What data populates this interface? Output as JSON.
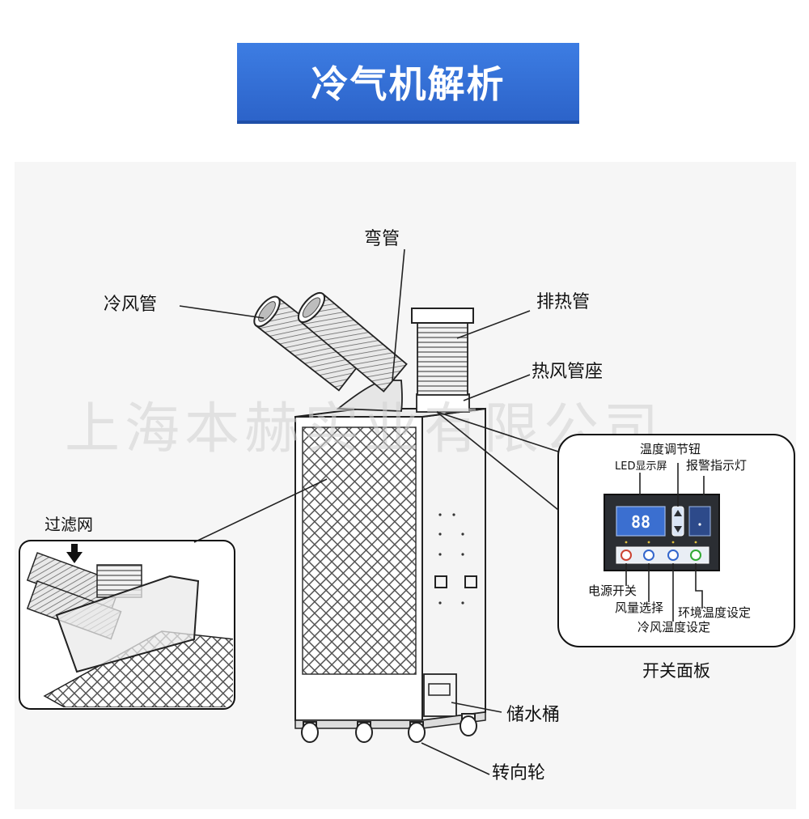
{
  "title": "冷气机解析",
  "watermark": "上海本赫实业有限公司",
  "labels": {
    "bend_pipe": "弯管",
    "cold_air_pipe": "冷风管",
    "exhaust_pipe": "排热管",
    "hot_air_pipe_seat": "热风管座",
    "filter": "过滤网",
    "water_tank": "储水桶",
    "caster": "转向轮"
  },
  "panel": {
    "caption": "开关面板",
    "temp_button": "温度调节钮",
    "led_screen": "LED显示屏",
    "alarm_light": "报警指示灯",
    "power_switch": "电源开关",
    "fan_select": "风量选择",
    "env_temp": "环境温度设定",
    "cold_temp": "冷风温度设定",
    "display_value": "88"
  },
  "colors": {
    "title_bg": "#2f6bd6",
    "title_text": "#ffffff",
    "panel_body": "#2b2e33",
    "led_screen": "#3b6fd0"
  }
}
